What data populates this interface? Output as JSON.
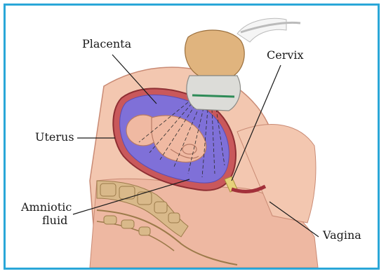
{
  "labels": {
    "placenta": "Placenta",
    "cervix": "Cervix",
    "uterus": "Uterus",
    "amniotic_line1": "Amniotic",
    "amniotic_line2": "fluid",
    "vagina": "Vagina"
  },
  "colors": {
    "frame_border": "#2aa7d8",
    "skin": "#f3c7b0",
    "uterus_wall": "#c9585b",
    "amniotic_fluid": "#7f70d8",
    "fetus": "#f0b9a2",
    "probe": "#dcdcd8",
    "probe_band": "#2e8b57",
    "hand": "#e0b47e",
    "spine": "#d9b98a",
    "cervix_plug": "#e6d27a"
  }
}
